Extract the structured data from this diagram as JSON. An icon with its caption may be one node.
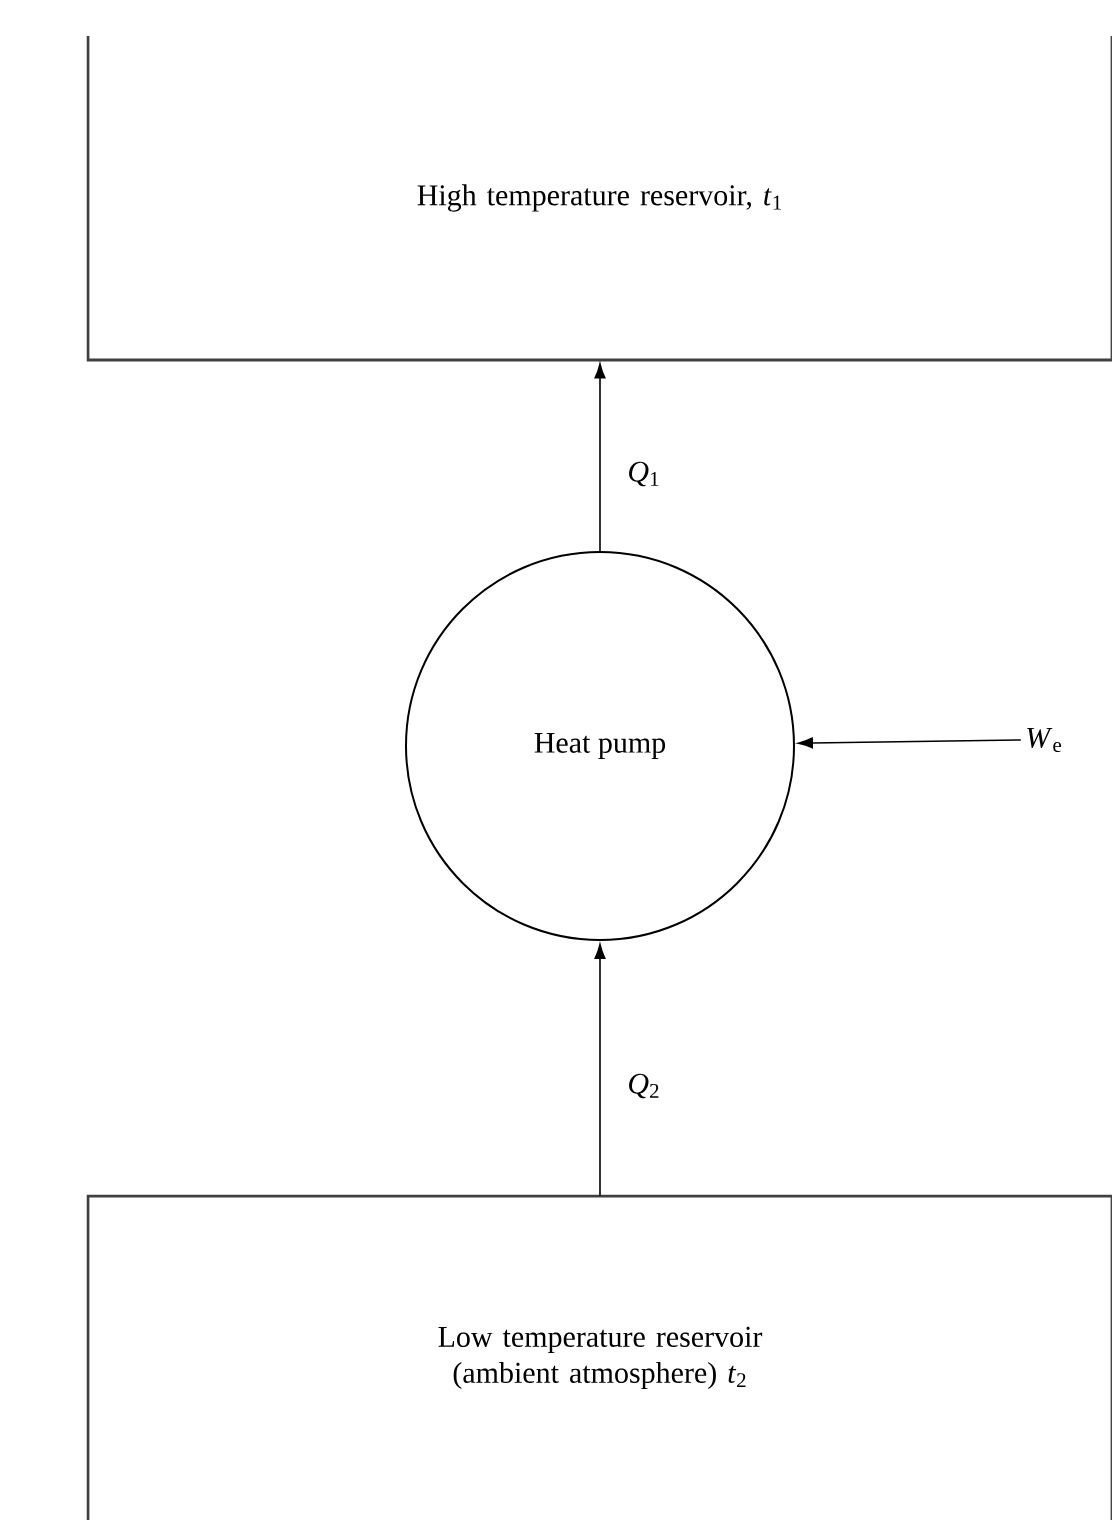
{
  "diagram": {
    "nodes": [
      {
        "text": [
          "High temperature reservoir, *t*$_{1}$"
        ]
      },
      {
        "text": [
          "Heat pump"
        ]
      },
      {
        "text": [
          "Low temperature reservoir (ambient atmosphere) *t*$_{2}$"
        ]
      },
      {
        "text": [
          "*W*$_{e}$"
        ]
      }
    ],
    "edges": [
      {
        "from": 1,
        "to": 0,
        "arrow": "to",
        "label": "*Q*$_{1}$"
      },
      {
        "from": 2,
        "to": 1,
        "arrow": "to",
        "label": "*Q*$_{2}$"
      },
      {
        "from": 3,
        "to": 1,
        "arrow": "to"
      }
    ]
  }
}
